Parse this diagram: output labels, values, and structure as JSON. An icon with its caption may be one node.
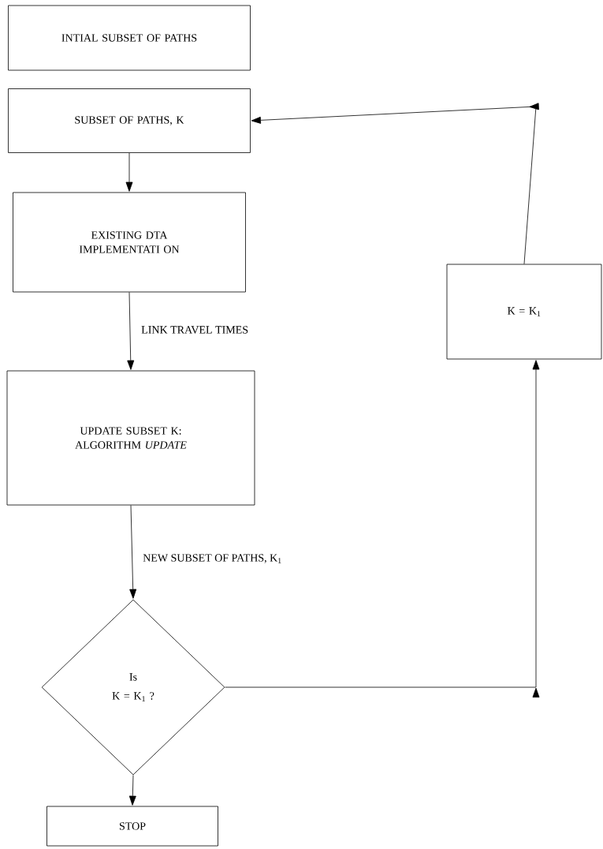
{
  "diagram": {
    "nodes": [
      {
        "text": [
          "INTIAL SUBSET OF PATHS"
        ]
      },
      {
        "text": [
          "SUBSET OF PATHS, K"
        ]
      },
      {
        "text": [
          "EXISTING DTA IMPLEMENTATI ON"
        ]
      },
      {
        "text": [
          "UPDATE SUBSET K: ALGORITHM *UPDATE*"
        ]
      },
      {
        "text": [
          "Is",
          "K = K$_{1}$ ?"
        ]
      },
      {
        "text": [
          "K = K$_{1}$"
        ]
      },
      {
        "text": [
          "STOP"
        ]
      }
    ],
    "edges": [
      {
        "from": 1,
        "to": 2,
        "arrow": "to"
      },
      {
        "from": 2,
        "to": 3,
        "arrow": "to",
        "label": "LINK TRAVEL TIMES"
      },
      {
        "from": 3,
        "to": 4,
        "arrow": "to",
        "label": "NEW SUBSET OF PATHS, K$_{1}$"
      },
      {
        "from": 4,
        "to": 6,
        "arrow": "to"
      },
      {
        "from": 4,
        "to": 5,
        "arrow": "to"
      },
      {
        "from": 5,
        "to": 1,
        "arrow": "to"
      }
    ]
  }
}
